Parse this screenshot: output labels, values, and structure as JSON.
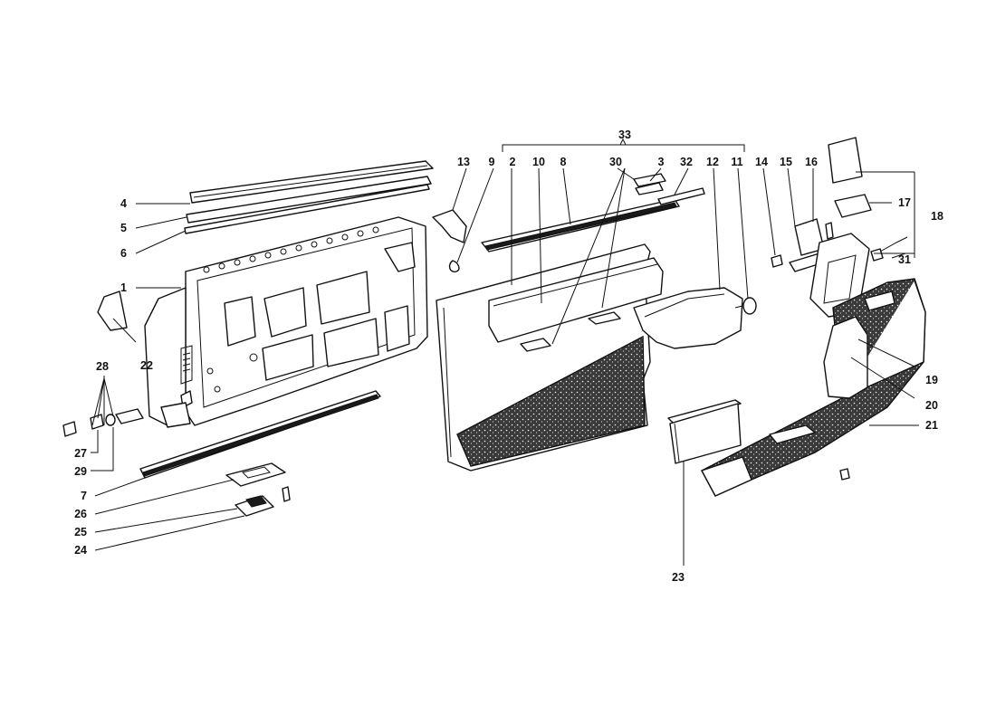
{
  "labels": [
    {
      "id": "1",
      "text": "1"
    },
    {
      "id": "2",
      "text": "2"
    },
    {
      "id": "3",
      "text": "3"
    },
    {
      "id": "4",
      "text": "4"
    },
    {
      "id": "5",
      "text": "5"
    },
    {
      "id": "6",
      "text": "6"
    },
    {
      "id": "7",
      "text": "7"
    },
    {
      "id": "8",
      "text": "8"
    },
    {
      "id": "9",
      "text": "9"
    },
    {
      "id": "10",
      "text": "10"
    },
    {
      "id": "11",
      "text": "11"
    },
    {
      "id": "12",
      "text": "12"
    },
    {
      "id": "13",
      "text": "13"
    },
    {
      "id": "14",
      "text": "14"
    },
    {
      "id": "15",
      "text": "15"
    },
    {
      "id": "16",
      "text": "16"
    },
    {
      "id": "17",
      "text": "17"
    },
    {
      "id": "18",
      "text": "18"
    },
    {
      "id": "19",
      "text": "19"
    },
    {
      "id": "20",
      "text": "20"
    },
    {
      "id": "21",
      "text": "21"
    },
    {
      "id": "22",
      "text": "22"
    },
    {
      "id": "23",
      "text": "23"
    },
    {
      "id": "24",
      "text": "24"
    },
    {
      "id": "25",
      "text": "25"
    },
    {
      "id": "26",
      "text": "26"
    },
    {
      "id": "27",
      "text": "27"
    },
    {
      "id": "28",
      "text": "28"
    },
    {
      "id": "29",
      "text": "29"
    },
    {
      "id": "30",
      "text": "30"
    },
    {
      "id": "31",
      "text": "31"
    },
    {
      "id": "32",
      "text": "32"
    },
    {
      "id": "33",
      "text": "33"
    }
  ]
}
